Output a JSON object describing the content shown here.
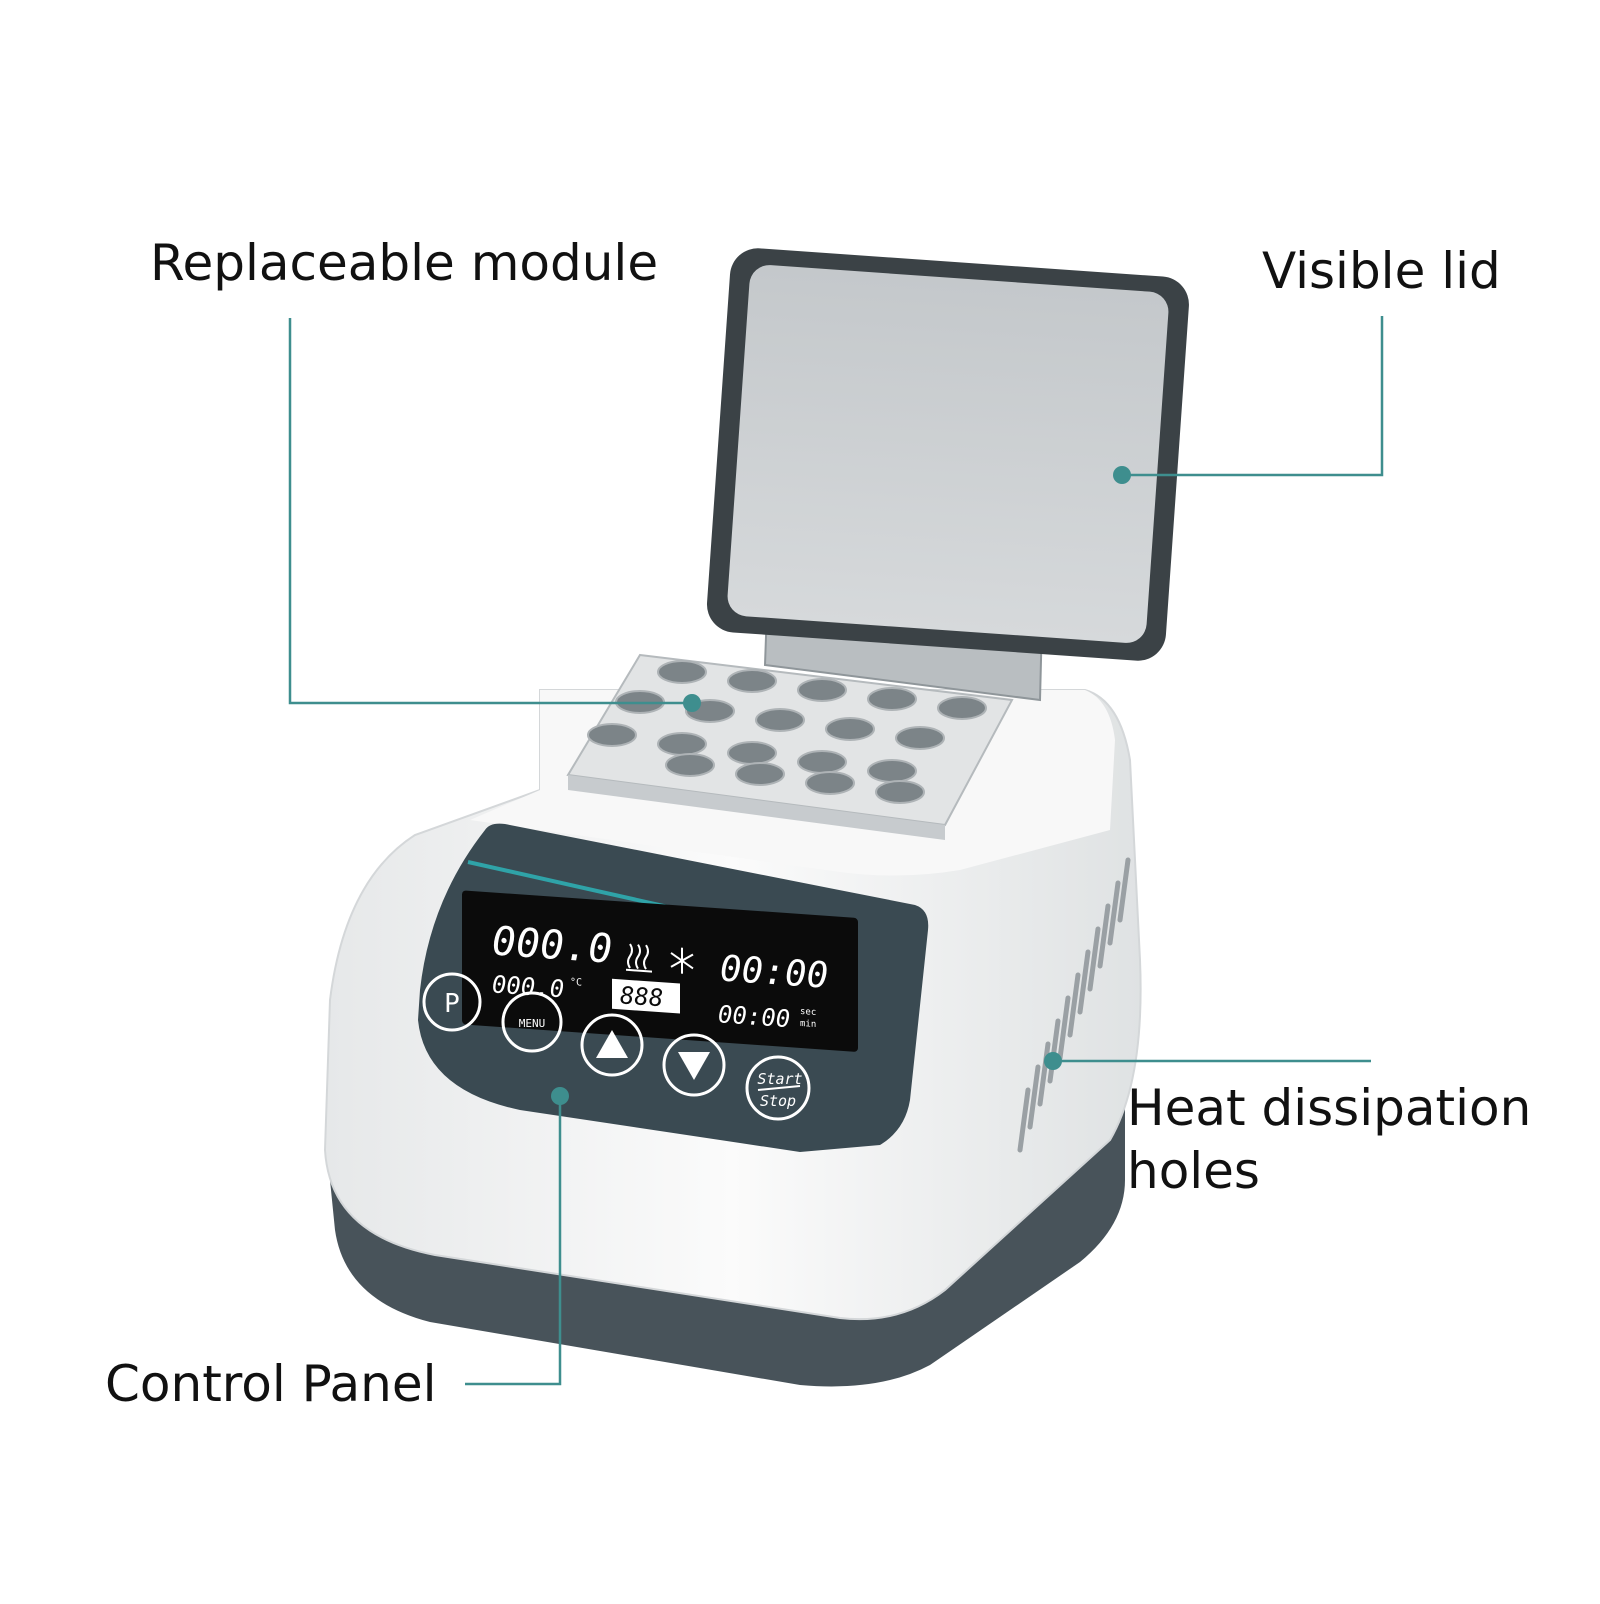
{
  "colors": {
    "callout": "#3e8e8e",
    "panel": "#3a4a52",
    "lcd": "#0b0b0b",
    "body": "#f2f3f3",
    "base": "#48535a",
    "lid": "#c9cdd0",
    "lid_frame": "#3b4246",
    "block": "#e2e4e5",
    "accent": "#2fa3a8"
  },
  "labels": {
    "replaceable_module": "Replaceable module",
    "visible_lid": "Visible lid",
    "heat_dissipation_line1": "Heat dissipation",
    "heat_dissipation_line2": "holes",
    "control_panel": "Control Panel"
  },
  "display": {
    "temp_main": "000.0",
    "temp_sub": "000.0",
    "temp_unit": "°C",
    "program": "888",
    "time_main": "00:00",
    "time_sub": "00:00",
    "time_unit_top": "sec",
    "time_unit_bottom": "min",
    "heat_icon": "heating-icon",
    "cool_icon": "snowflake-icon"
  },
  "buttons": {
    "p": "P",
    "menu": "MENU",
    "up_icon": "triangle-up-icon",
    "down_icon": "triangle-down-icon",
    "start": "Start",
    "stop": "Stop"
  }
}
